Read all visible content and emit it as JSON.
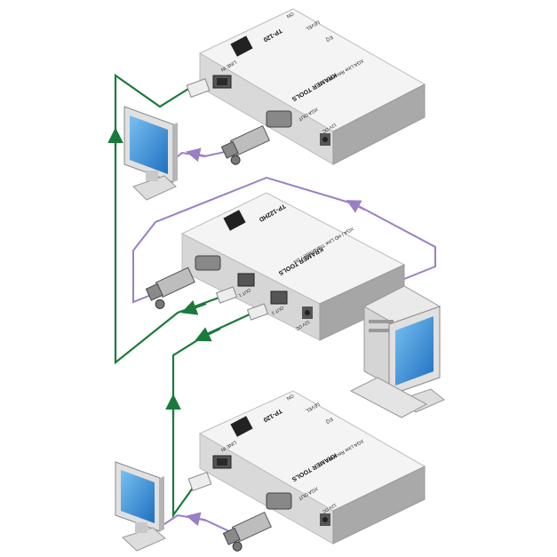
{
  "receiver_top": {
    "model": "TP-120",
    "brand": "KRAMER TOOLS",
    "subtitle": "XGA Line Receiver",
    "port_line_in": "LINE IN",
    "port_xga_out": "XGA OUT",
    "port_power": "12V DC",
    "ctrl_eq": "EQ",
    "ctrl_level": "LEVEL",
    "ctrl_on": "ON"
  },
  "transmitter": {
    "model": "TP-122HD",
    "brand": "KRAMER TOOLS",
    "subtitle": "XGA / HD Line Transmitter / DA",
    "port_out1": "OUT 1",
    "port_out2": "OUT 2",
    "port_power": "12V DC"
  },
  "receiver_bottom": {
    "model": "TP-120",
    "brand": "KRAMER TOOLS",
    "subtitle": "XGA Line Receiver",
    "port_line_in": "LINE IN",
    "port_xga_out": "XGA OUT",
    "port_power": "12V DC",
    "ctrl_eq": "EQ",
    "ctrl_level": "LEVEL",
    "ctrl_on": "ON"
  },
  "colors": {
    "twisted_pair_cable": "#1a7a3c",
    "vga_cable": "#9b7fc4",
    "device_light": "#f2f2f2",
    "device_shadow": "#a9a9a9",
    "screen_blue": "#3a8fd6"
  }
}
